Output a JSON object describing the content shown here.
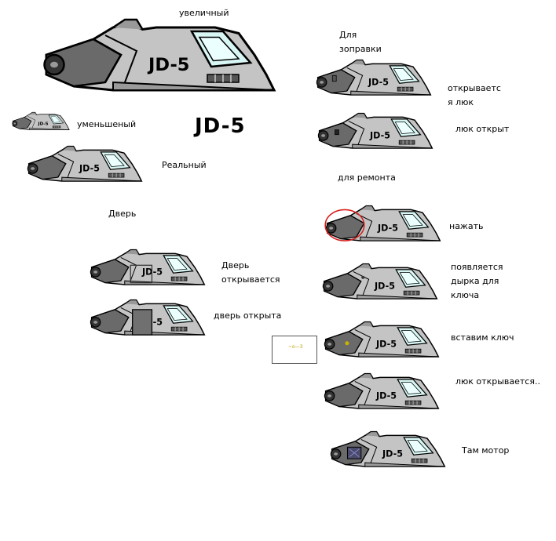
{
  "title": "JD-5",
  "ship_text": "JD-5",
  "labels": {
    "enlarged": "увеличный",
    "reduced": "уменьшеный",
    "real": "Реальный",
    "door": "Дверь",
    "door_opening": "Дверь открывается",
    "door_open": "дверь открыта",
    "refuel": "Для зоправки",
    "hatch_opens": "открываетс я люк",
    "hatch_open": "люк открыт",
    "repair": "для ремонта",
    "press": "нажать",
    "keyhole_appears": "появляется дырка для ключа",
    "insert_key": "вставим ключ",
    "hatch_opening": "люк открывается..",
    "motor_there": "Там мотор"
  },
  "key_box_text": "~o—3",
  "colors": {
    "hull": "#c0c0c0",
    "hull_dark": "#6e6e6e",
    "nose": "#3a3a3a",
    "cockpit": "#d8f6f4",
    "highlight": "#d82020",
    "key": "#c8b400"
  }
}
